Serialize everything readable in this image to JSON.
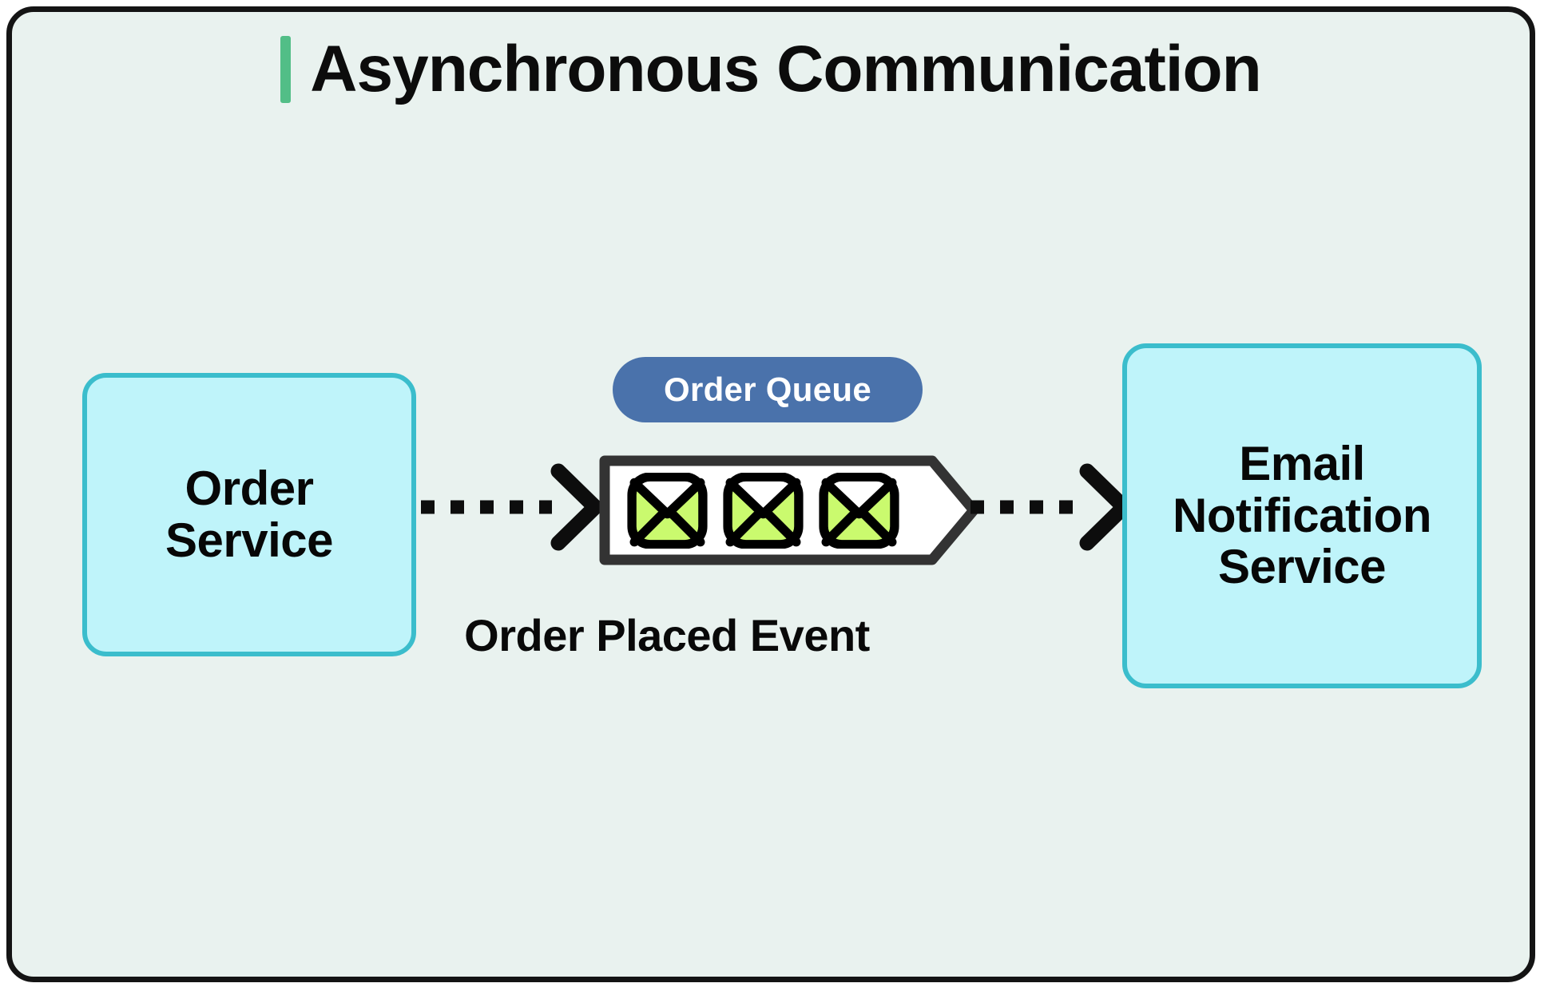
{
  "card": {
    "background_color": "#E9F2EF",
    "border_color": "#141414"
  },
  "header": {
    "title": "Asynchronous Communication",
    "accent_color": "#52BE87"
  },
  "nodes": [
    {
      "id": "order-service",
      "label": "Order\nService",
      "fill_color": "#BFF4FA",
      "border_color": "#3BBDCC"
    },
    {
      "id": "email-notification-service",
      "label": "Email\nNotification\nService",
      "fill_color": "#BFF4FA",
      "border_color": "#3BBDCC"
    }
  ],
  "queue": {
    "badge_label": "Order Queue",
    "badge_color": "#4A72AB",
    "badge_text_color": "#FFFFFF",
    "shape_fill": "#FFFFFF",
    "shape_border": "#333333",
    "message_count": 3,
    "message_icon": "envelope-icon",
    "message_icon_fill": "#CAFA6E",
    "caption": "Order Placed Event"
  },
  "edges": [
    {
      "id": "producer-to-queue",
      "style": "dotted",
      "arrowhead": "chevron",
      "color": "#0D0D0D"
    },
    {
      "id": "queue-to-consumer",
      "style": "dotted",
      "arrowhead": "chevron",
      "color": "#0D0D0D"
    }
  ]
}
